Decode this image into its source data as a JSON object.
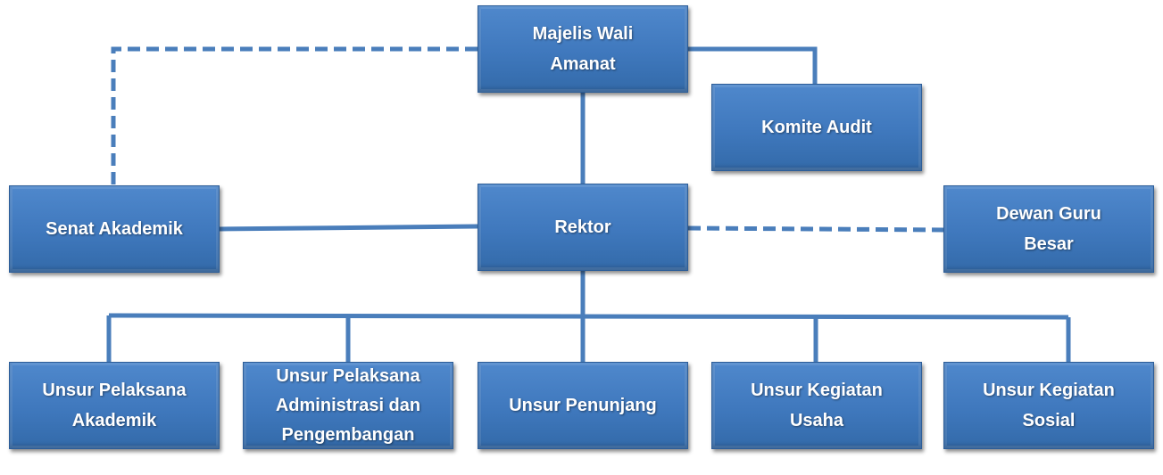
{
  "nodes": {
    "majelis": "Majelis Wali Amanat",
    "komite": "Komite Audit",
    "senat": "Senat Akademik",
    "rektor": "Rektor",
    "dewan": "Dewan Guru Besar",
    "upa": "Unsur Pelaksana Akademik",
    "upad": "Unsur Pelaksana Administrasi dan Pengembangan",
    "up": "Unsur Penunjang",
    "uku": "Unsur Kegiatan Usaha",
    "uks": "Unsur Kegiatan Sosial"
  },
  "colors": {
    "box": "#4080c4",
    "line": "#4a7ebb"
  }
}
